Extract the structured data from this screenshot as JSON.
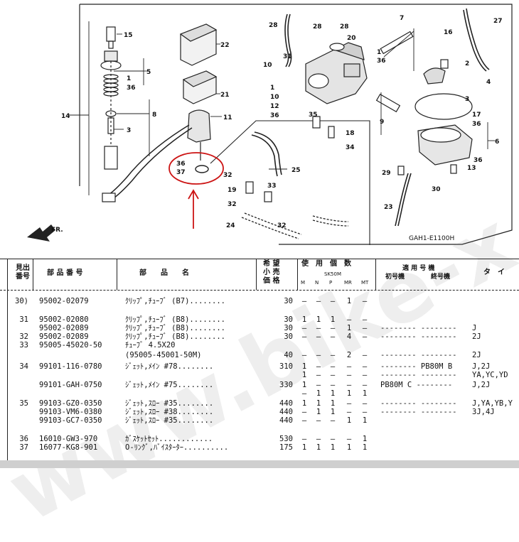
{
  "diagram": {
    "code": "GAH1-E1100H",
    "fr_label": "FR.",
    "callouts": [
      "15",
      "22",
      "5",
      "1",
      "36",
      "21",
      "14",
      "8",
      "3",
      "11",
      "36",
      "37",
      "28",
      "28",
      "28",
      "20",
      "31",
      "10",
      "1",
      "10",
      "12",
      "36",
      "7",
      "1",
      "36",
      "16",
      "27",
      "2",
      "4",
      "3",
      "17",
      "36",
      "35",
      "18",
      "34",
      "9",
      "6",
      "36",
      "19",
      "32",
      "33",
      "32",
      "24",
      "23",
      "29",
      "13",
      "30",
      "32",
      "25"
    ],
    "watermark": "www.bike-x.jp.com"
  },
  "table": {
    "header": {
      "ref_line1": "見出",
      "ref_line2": "番号",
      "part_no": "部 品 番 号",
      "part_name": "部　　品　　名",
      "price_line1": "希 望",
      "price_line2": "小 売",
      "price_line3": "価 格",
      "qty_title": "使　用　個　数",
      "model_code": "SK50M",
      "qty_cols": [
        "M",
        "N",
        "P",
        "MR",
        "MT"
      ],
      "applicable": "適 用 号 機",
      "first_no": "初号機",
      "last_no": "終号機",
      "type": "タ　イ"
    },
    "rows": [
      {
        "no": "30)",
        "part": "95002-02079",
        "name": "ｸﾘｯﾌﾟ,ﾁｭｰﾌﾞ (B7)........",
        "price": "30",
        "q": [
          "–",
          "–",
          "–",
          "1",
          "–"
        ],
        "ser": "",
        "type": ""
      },
      {
        "no": "31",
        "part": "95002-02080",
        "name": "ｸﾘｯﾌﾟ,ﾁｭｰﾌﾞ (B8)........",
        "price": "30",
        "q": [
          "1",
          "1",
          "1",
          "–",
          "–"
        ],
        "ser": "",
        "type": ""
      },
      {
        "no": "",
        "part": "95002-02089",
        "name": "ｸﾘｯﾌﾟ,ﾁｭｰﾌﾞ (B8)........",
        "price": "30",
        "q": [
          "–",
          "–",
          "–",
          "1",
          "–"
        ],
        "ser": "-------- --------",
        "type": "J"
      },
      {
        "no": "32",
        "part": "95002-02089",
        "name": "ｸﾘｯﾌﾟ,ﾁｭｰﾌﾞ (B8)........",
        "price": "30",
        "q": [
          "–",
          "–",
          "–",
          "4",
          "–"
        ],
        "ser": "-------- --------",
        "type": "2J"
      },
      {
        "no": "33",
        "part": "95005-45020-50",
        "name": "ﾁｭｰﾌﾞ 4.5X20",
        "price": "",
        "q": [
          "",
          "",
          "",
          "",
          ""
        ],
        "ser": "",
        "type": ""
      },
      {
        "no": "",
        "part": "",
        "name": "(95005-45001-50M)",
        "price": "40",
        "q": [
          "–",
          "–",
          "–",
          "2",
          "–"
        ],
        "ser": "-------- --------",
        "type": "2J"
      },
      {
        "no": "34",
        "part": "99101-116-0780",
        "name": "ｼﾞｪｯﾄ,ﾒｲﾝ #78........",
        "price": "310",
        "q": [
          "1",
          "–",
          "–",
          "–",
          "–"
        ],
        "ser": "-------- PB80M B",
        "type": "J,2J"
      },
      {
        "no": "",
        "part": "",
        "name": "",
        "price": "",
        "q": [
          "1",
          "–",
          "–",
          "–",
          "–"
        ],
        "ser": "-------- --------",
        "type": "YA,YC,YD"
      },
      {
        "no": "",
        "part": "99101-GAH-0750",
        "name": "ｼﾞｪｯﾄ,ﾒｲﾝ #75........",
        "price": "330",
        "q": [
          "1",
          "–",
          "–",
          "–",
          "–"
        ],
        "ser": "PB80M C --------",
        "type": "J,2J"
      },
      {
        "no": "",
        "part": "",
        "name": "",
        "price": "",
        "q": [
          "–",
          "1",
          "1",
          "1",
          "1"
        ],
        "ser": "",
        "type": ""
      },
      {
        "no": "35",
        "part": "99103-GZ0-0350",
        "name": "ｼﾞｪｯﾄ,ｽﾛｰ #35........",
        "price": "440",
        "q": [
          "1",
          "1",
          "1",
          "–",
          "–"
        ],
        "ser": "-------- --------",
        "type": "J,YA,YB,Y"
      },
      {
        "no": "",
        "part": "99103-VM6-0380",
        "name": "ｼﾞｪｯﾄ,ｽﾛｰ #38........",
        "price": "440",
        "q": [
          "–",
          "1",
          "1",
          "–",
          "–"
        ],
        "ser": "-------- --------",
        "type": "3J,4J"
      },
      {
        "no": "",
        "part": "99103-GC7-0350",
        "name": "ｼﾞｪｯﾄ,ｽﾛｰ #35........",
        "price": "440",
        "q": [
          "–",
          "–",
          "–",
          "1",
          "1"
        ],
        "ser": "",
        "type": ""
      },
      {
        "no": "36",
        "part": "16010-GW3-970",
        "name": "ｶﾞｽｹｯﾄｾｯﾄ............",
        "price": "530",
        "q": [
          "–",
          "–",
          "–",
          "–",
          "1"
        ],
        "ser": "",
        "type": ""
      },
      {
        "no": "37",
        "part": "16077-KG8-901",
        "name": "O-ﾘﾝｸﾞ,ﾊﾞｲｽﾀｰﾀｰ..........",
        "price": "175",
        "q": [
          "1",
          "1",
          "1",
          "1",
          "1"
        ],
        "ser": "",
        "type": ""
      }
    ]
  }
}
